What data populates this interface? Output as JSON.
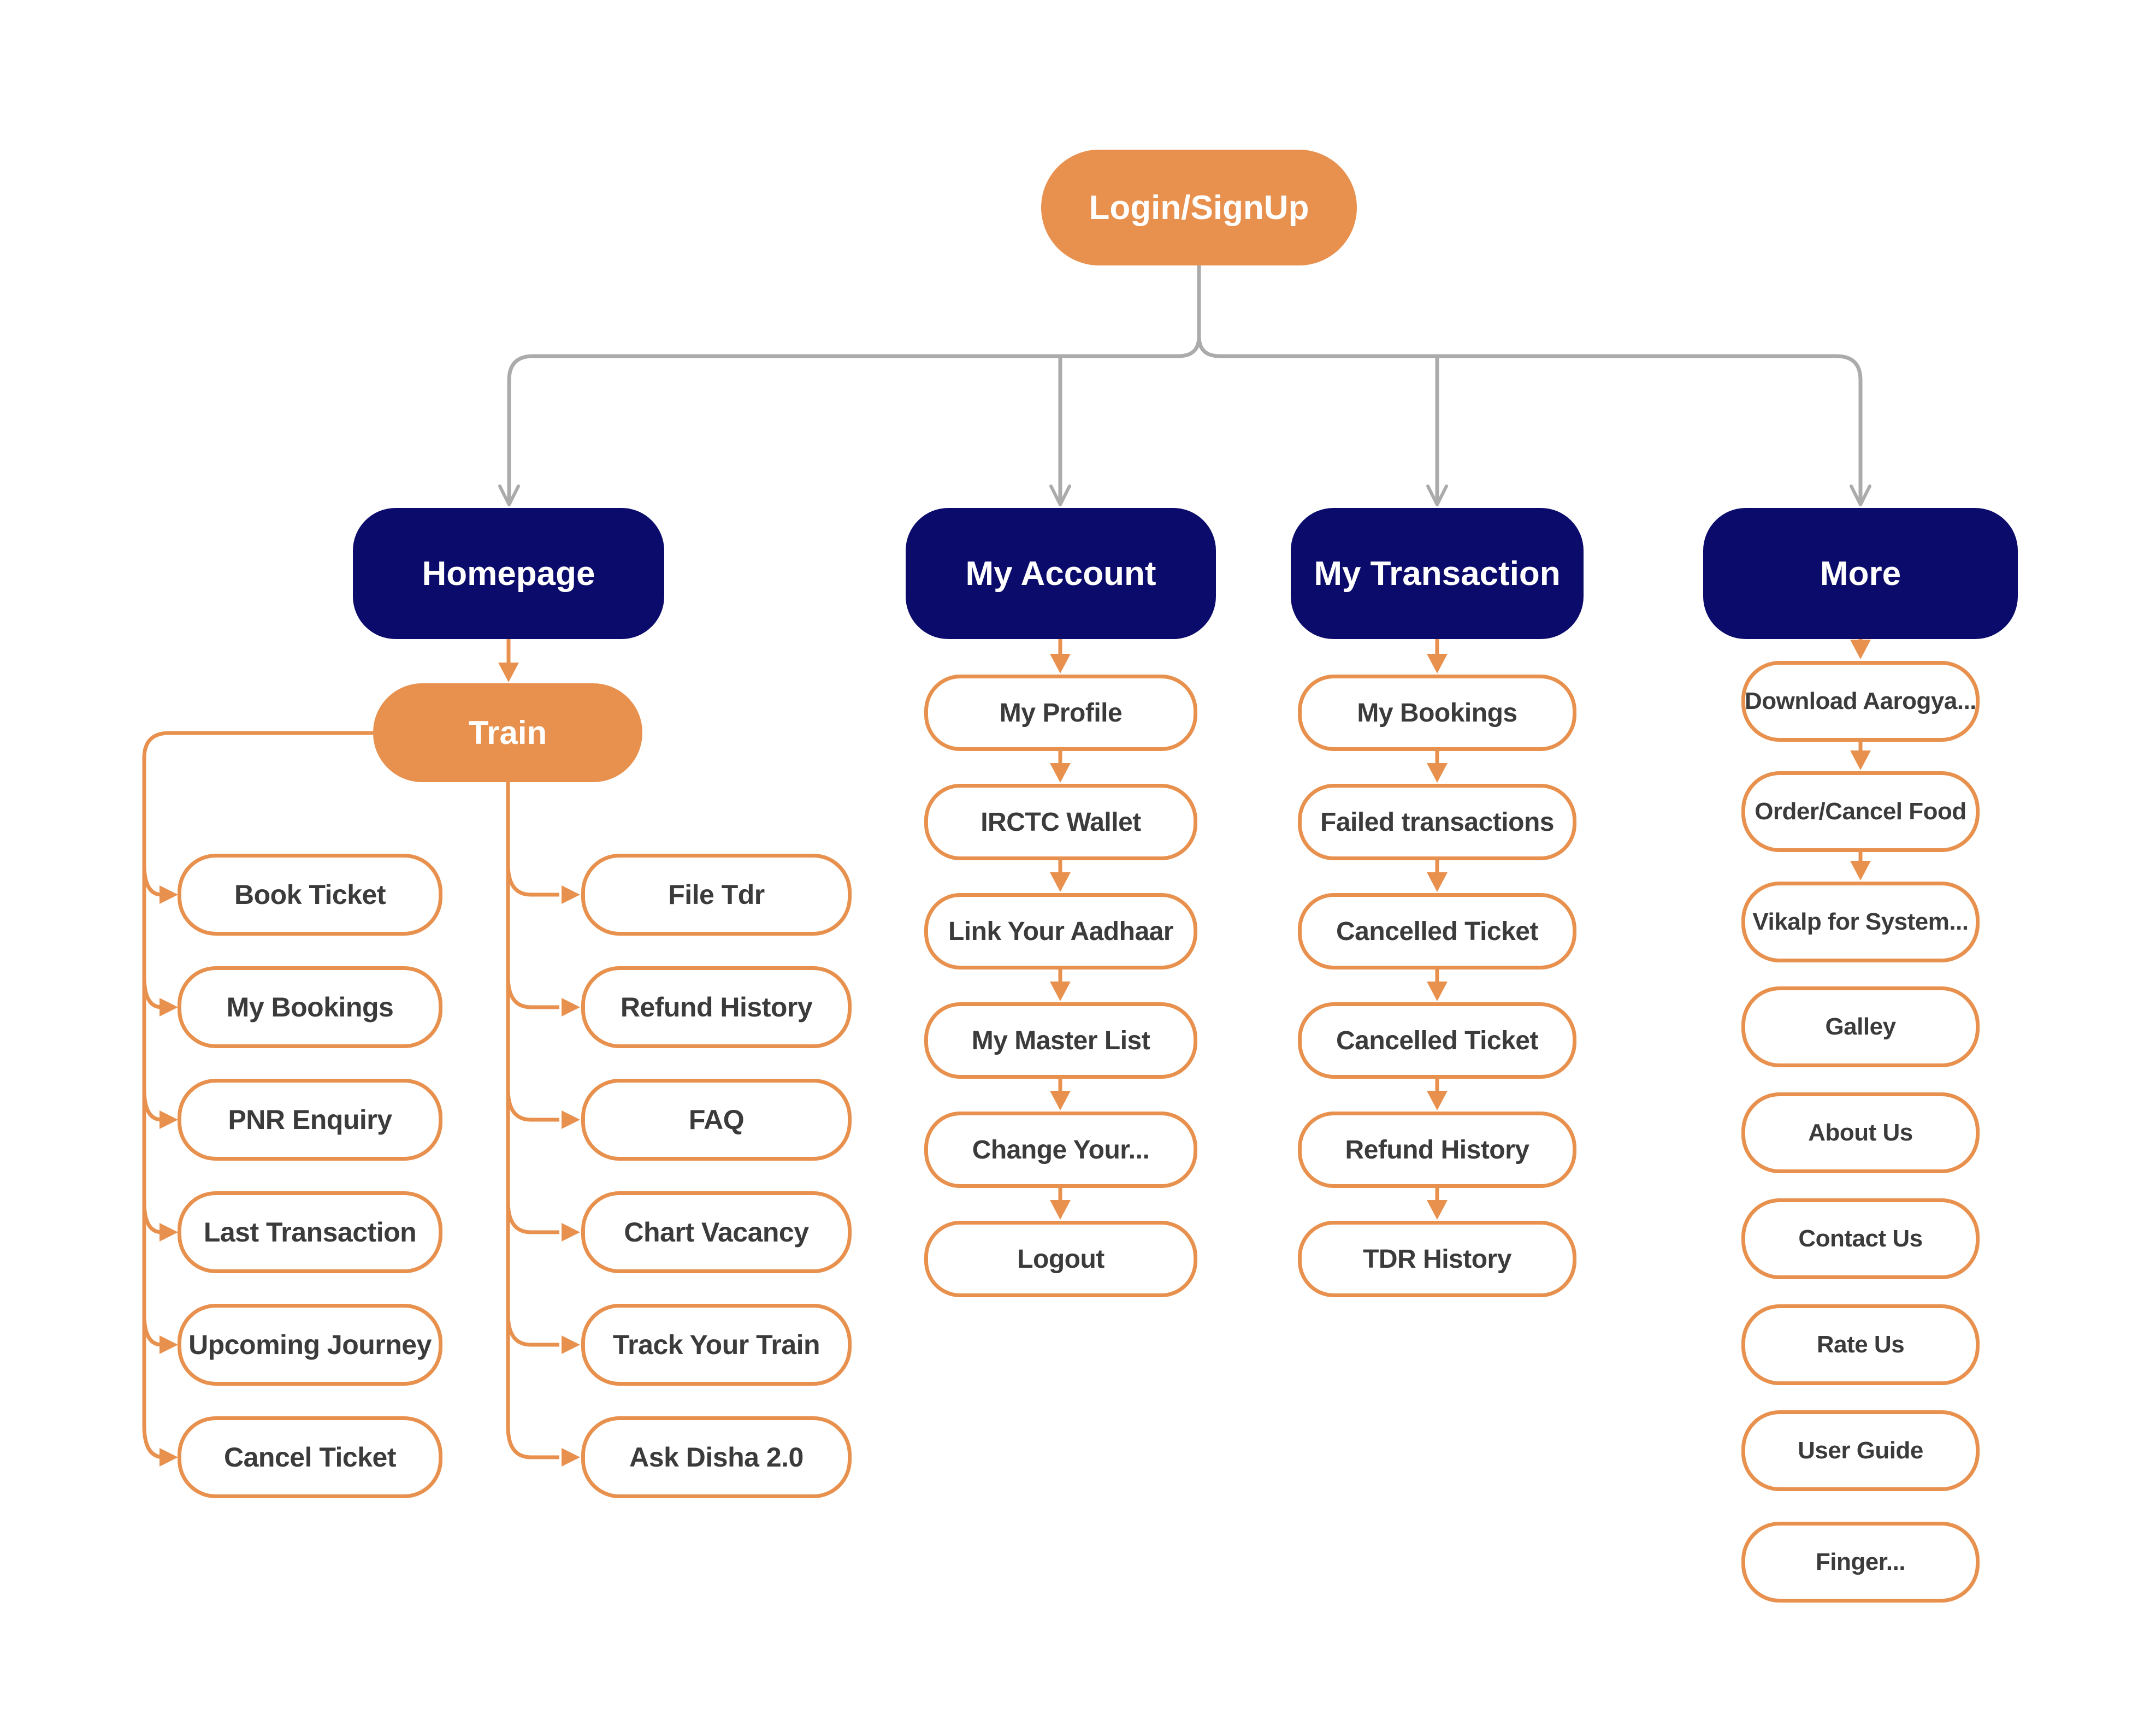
{
  "colors": {
    "orange": "#E8914E",
    "navy": "#0B0B6B",
    "leaf_border": "#E8914E",
    "leaf_text": "#3B3B3B",
    "connector_gray": "#ABABAB",
    "background": "#FFFFFF"
  },
  "flowchart": {
    "root": {
      "label": "Login/SignUp"
    },
    "sections": {
      "homepage": {
        "label": "Homepage",
        "train": {
          "label": "Train",
          "left_items": [
            "Book Ticket",
            "My Bookings",
            "PNR Enquiry",
            "Last Transaction",
            "Upcoming Journey",
            "Cancel Ticket"
          ],
          "right_items": [
            "File Tdr",
            "Refund History",
            "FAQ",
            "Chart Vacancy",
            "Track Your Train",
            "Ask Disha 2.0"
          ]
        }
      },
      "my_account": {
        "label": "My Account",
        "items": [
          "My Profile",
          "IRCTC Wallet",
          "Link Your Aadhaar",
          "My Master List",
          "Change Your...",
          "Logout"
        ]
      },
      "my_transaction": {
        "label": "My Transaction",
        "items": [
          "My Bookings",
          "Failed transactions",
          "Cancelled Ticket",
          "Cancelled Ticket",
          "Refund History",
          "TDR History"
        ]
      },
      "more": {
        "label": "More",
        "items": [
          "Download Aarogya...",
          "Order/Cancel Food",
          "Vikalp for System...",
          "Galley",
          "About Us",
          "Contact Us",
          "Rate Us",
          "User Guide",
          "Finger..."
        ]
      }
    }
  }
}
